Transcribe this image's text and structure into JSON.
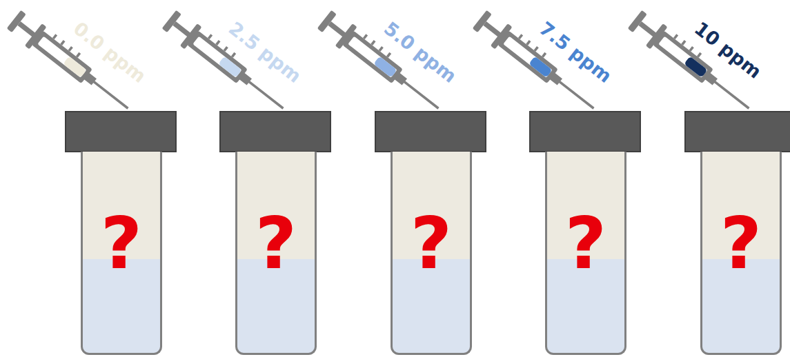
{
  "diagram": {
    "nodes": [
      {
        "text": [
          "?"
        ]
      },
      {
        "text": [
          "?"
        ]
      },
      {
        "text": [
          "?"
        ]
      },
      {
        "text": [
          "?"
        ]
      },
      {
        "text": [
          "?"
        ]
      }
    ],
    "labels": [
      "0.0 ppm",
      "2.5 ppm",
      "5.0 ppm",
      "7.5 ppm",
      "10 ppm"
    ]
  }
}
